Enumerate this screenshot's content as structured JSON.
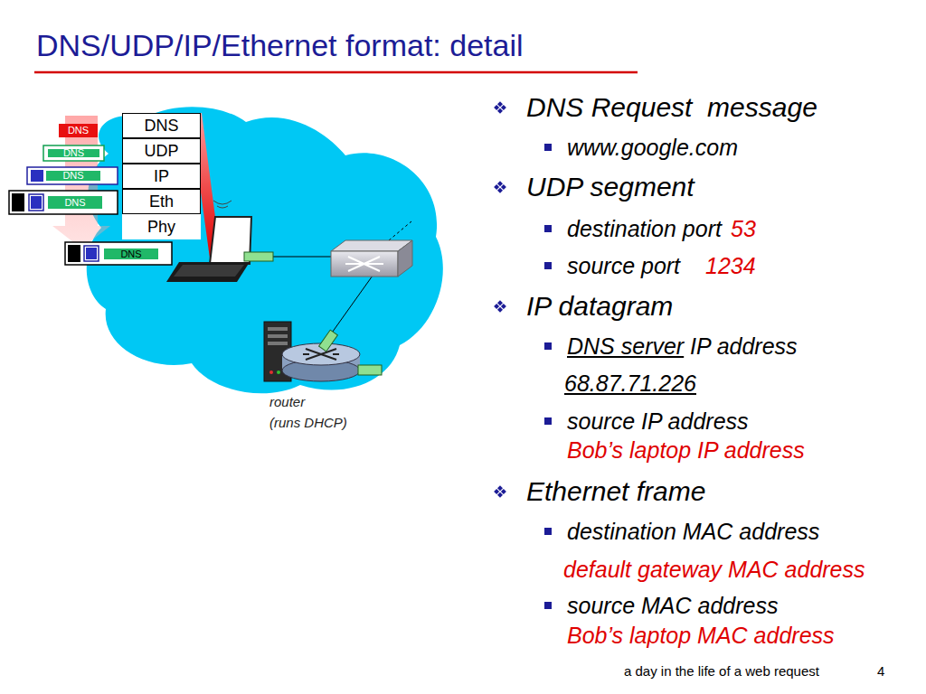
{
  "diagram": {
    "title": "DNS/UDP/IP/Ethernet format: detail",
    "nodes": [
      {
        "text": [
          "DNS"
        ]
      },
      {
        "text": [
          "UDP"
        ]
      },
      {
        "text": [
          "IP"
        ]
      },
      {
        "text": [
          "Eth"
        ]
      },
      {
        "text": [
          "Phy"
        ]
      },
      {
        "text": [
          "DNS"
        ]
      },
      {
        "text": [
          "DNS"
        ]
      },
      {
        "text": [
          "DNS"
        ]
      },
      {
        "text": [
          "DNS"
        ]
      },
      {
        "text": [
          "DNS"
        ]
      }
    ],
    "labels": [
      "DNS Request  message",
      "www.google.com",
      "UDP segment",
      "destination port",
      "53",
      "source port",
      "1234",
      "IP datagram",
      "DNS server",
      "IP address",
      "68.87.71.226",
      "source IP address",
      "Bob’s laptop IP address",
      "Ethernet frame",
      "destination MAC address",
      "default gateway MAC address",
      "source MAC address",
      "Bob’s laptop MAC address",
      "router",
      "(runs DHCP)",
      "a day in the life of a web request",
      "4"
    ]
  }
}
